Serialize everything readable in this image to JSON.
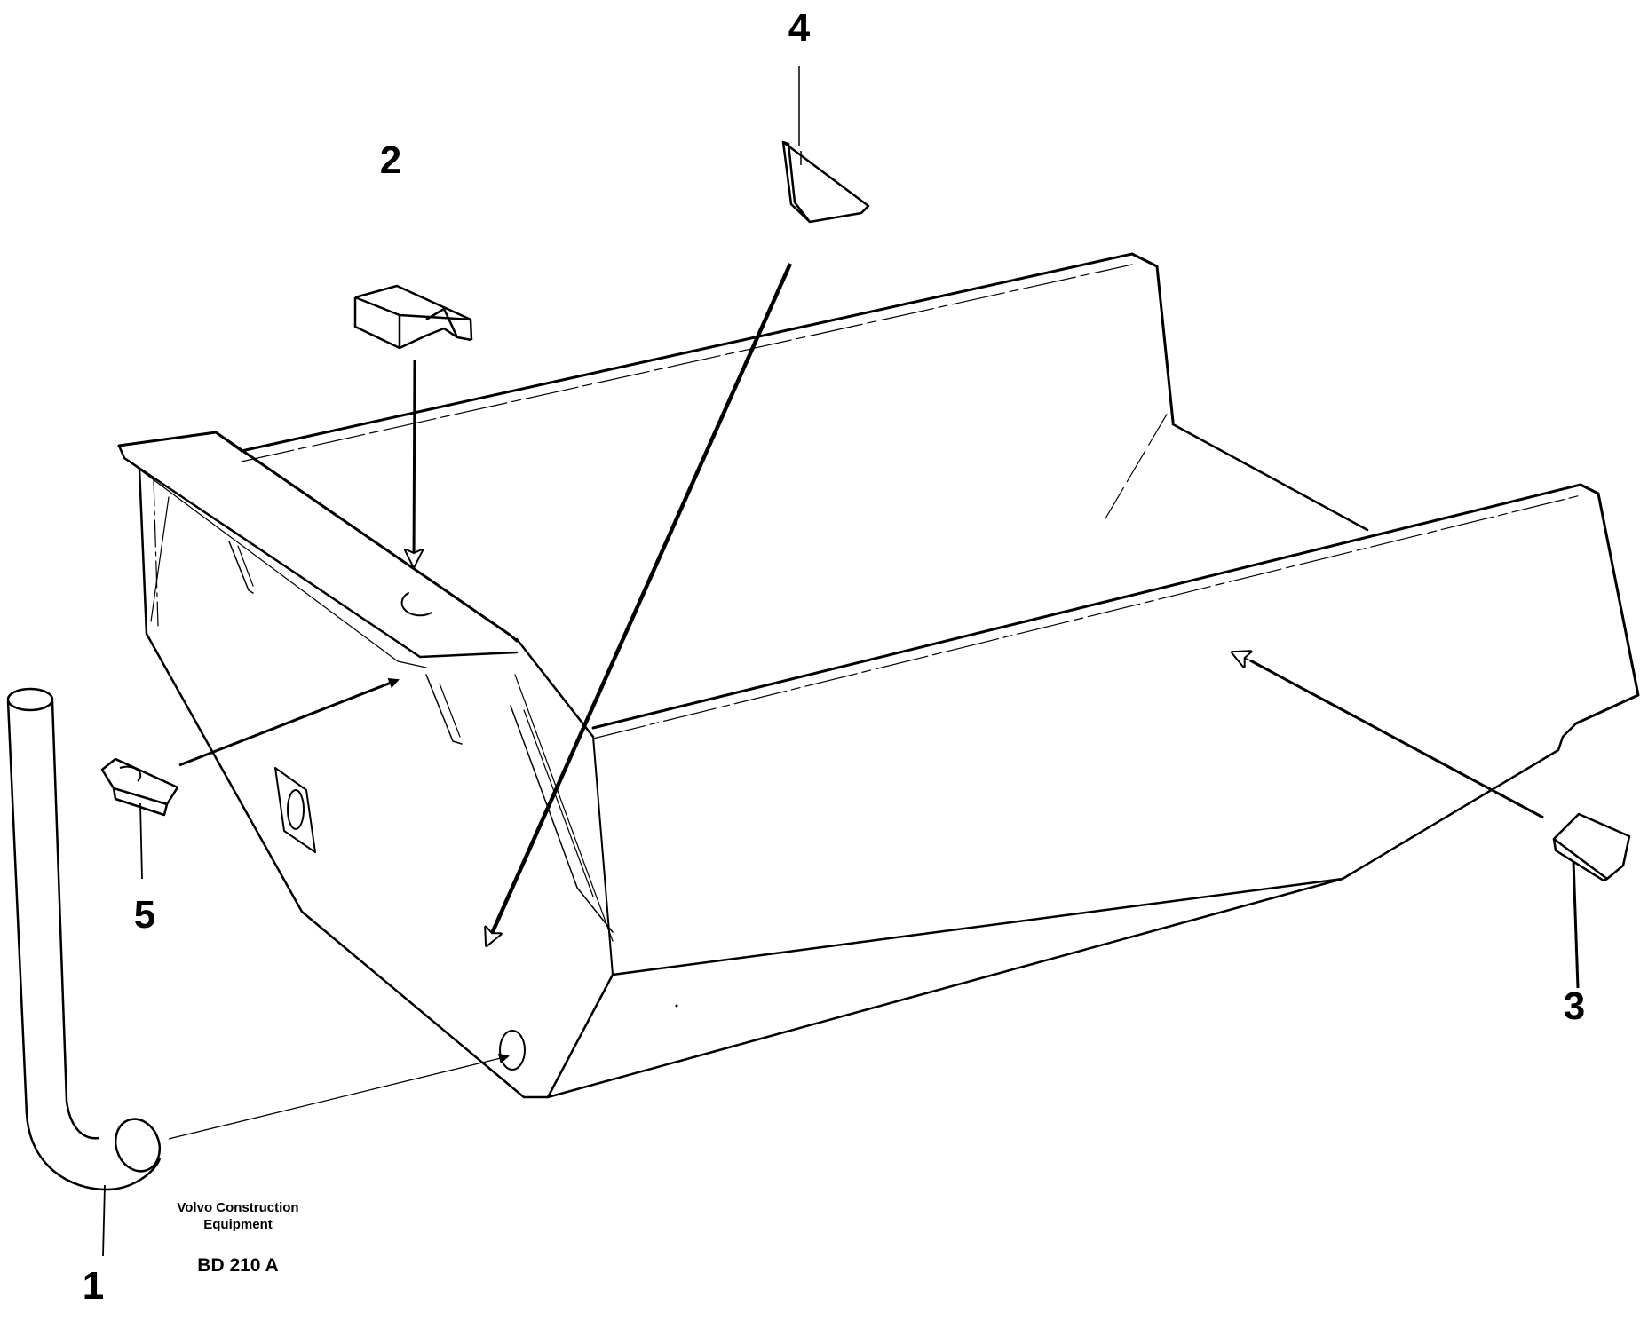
{
  "callouts": {
    "item_1": "1",
    "item_2": "2",
    "item_3": "3",
    "item_4": "4",
    "item_5": "5"
  },
  "footer": {
    "company_line_1": "Volvo Construction",
    "company_line_2": "Equipment",
    "drawing_code": "BD 210 A"
  }
}
